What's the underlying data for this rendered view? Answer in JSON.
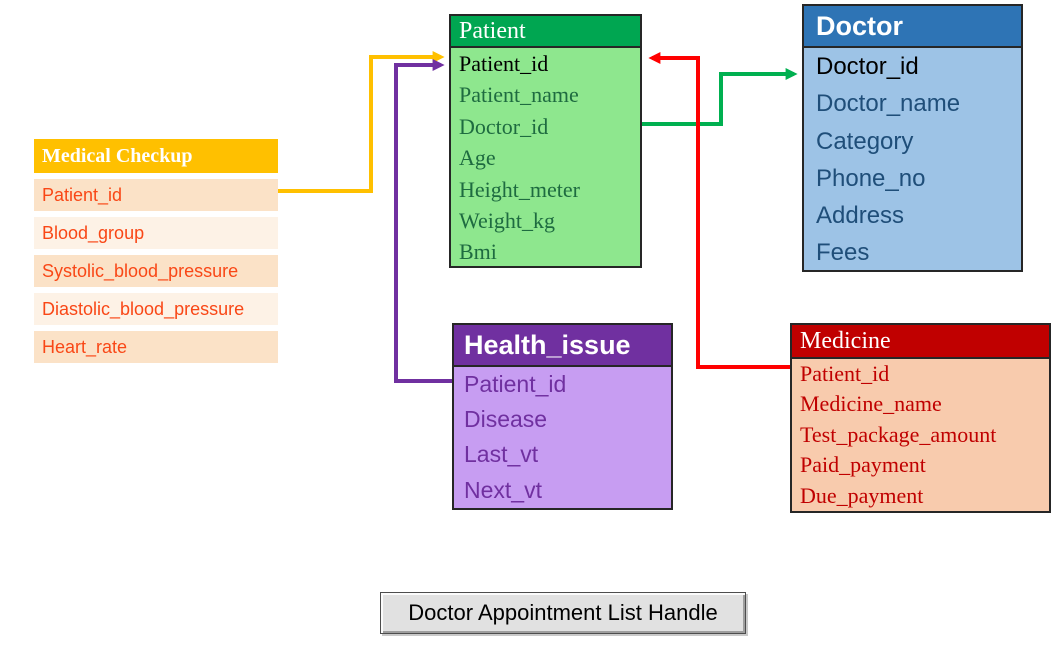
{
  "tables": {
    "medical_checkup": {
      "title": "Medical Checkup",
      "fields": [
        "Patient_id",
        "Blood_group",
        "Systolic_blood_pressure",
        "Diastolic_blood_pressure",
        "Heart_rate"
      ],
      "header_color": "#FFC000",
      "row_colors": [
        "#FBE2C7",
        "#FDF2E6"
      ],
      "text_color": "#F94716"
    },
    "patient": {
      "title": "Patient",
      "fields": [
        "Patient_id",
        "Patient_name",
        "Doctor_id",
        "Age",
        "Height_meter",
        "Weight_kg",
        "Bmi"
      ],
      "header_color": "#00A651",
      "body_color": "#8EE78E",
      "text_color": "#1E6B40",
      "key_text_color": "#000000"
    },
    "doctor": {
      "title": "Doctor",
      "fields": [
        "Doctor_id",
        "Doctor_name",
        "Category",
        "Phone_no",
        "Address",
        "Fees"
      ],
      "header_color": "#2E74B5",
      "body_color": "#9DC3E6",
      "text_color": "#1F4E79",
      "key_text_color": "#000000"
    },
    "health_issue": {
      "title": "Health_issue",
      "fields": [
        "Patient_id",
        "Disease",
        "Last_vt",
        "Next_vt"
      ],
      "header_color": "#7030A0",
      "body_color": "#C79DF2",
      "text_color": "#7030A0"
    },
    "medicine": {
      "title": "Medicine",
      "fields": [
        "Patient_id",
        "Medicine_name",
        "Test_package_amount",
        "Paid_payment",
        "Due_payment"
      ],
      "header_color": "#C00000",
      "body_color": "#F8CBAD",
      "text_color": "#C00000"
    }
  },
  "relations": [
    {
      "from": "Medical Checkup.Patient_id",
      "to": "Patient.Patient_id",
      "color": "#FFC000"
    },
    {
      "from": "Health_issue.Patient_id",
      "to": "Patient.Patient_id",
      "color": "#7030A0"
    },
    {
      "from": "Patient.Doctor_id",
      "to": "Doctor.Doctor_id",
      "color": "#00B050"
    },
    {
      "from": "Medicine.Patient_id",
      "to": "Patient.Patient_id",
      "color": "#FF0000"
    }
  ],
  "button": {
    "label": "Doctor Appointment List Handle"
  }
}
